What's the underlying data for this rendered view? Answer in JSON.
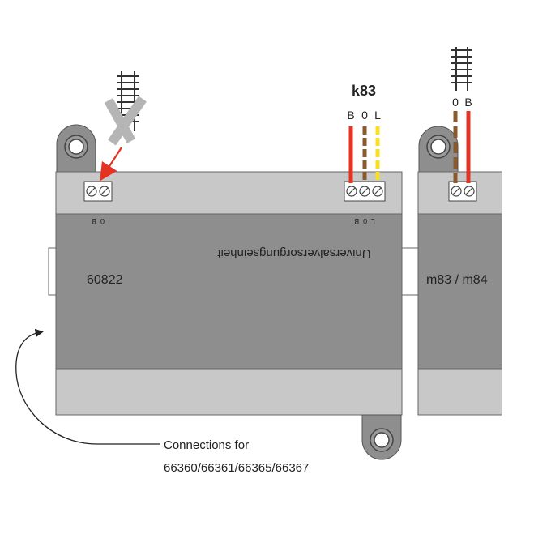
{
  "left_module": {
    "model": "60822",
    "label_rotated": "Universalversorgungseinheit",
    "terminal_labels_left": "0  B",
    "terminal_labels_right": "L  0  B"
  },
  "k83": {
    "title": "k83",
    "wires": [
      "B",
      "0",
      "L"
    ]
  },
  "right_module": {
    "model": "m83 / m84",
    "wires": [
      "0",
      "B"
    ]
  },
  "callout": {
    "line1": "Connections for",
    "line2": "66360/66361/66365/66367"
  },
  "colors": {
    "red": "#e53222",
    "brown": "#8a5a2b",
    "yellow": "#f7e11f",
    "body_dark": "#8e8e8e",
    "body_light": "#c8c8c8"
  }
}
